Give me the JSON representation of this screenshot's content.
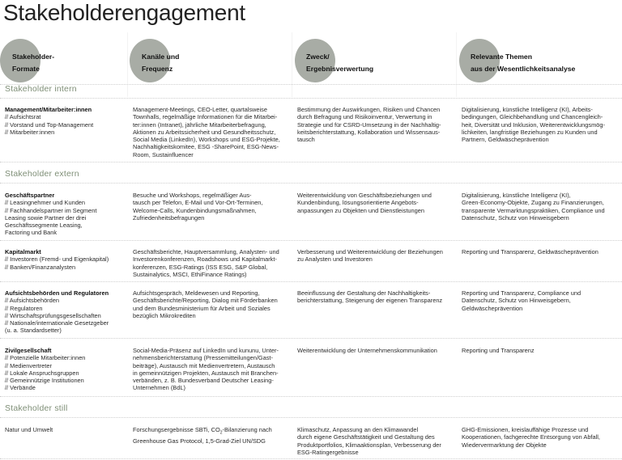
{
  "title": "Stakeholderengagement",
  "colors": {
    "circle": "#a8aca5",
    "section": "#7f8f77"
  },
  "headers": [
    "Stakeholder-\nFormate",
    "Kanäle und\nFrequenz",
    "Zweck/\nErgebnisverwertung",
    "Relevante Themen\naus der Wesentlichkeitsanalyse"
  ],
  "sections": {
    "intern": "Stakeholder intern",
    "extern": "Stakeholder extern",
    "still": "Stakeholder still"
  },
  "rows": [
    {
      "name": "Management/Mitarbeiter:innen",
      "members": "// Aufsichtsrat\n// Vorstand und Top-Management\n// Mitarbeiter:innen",
      "channels": "Management-Meetings, CEO-Letter, quartalsweise\nTownhalls, regelmäßige Informationen für die Mitarbei-\nter:innen (Intranet), jährliche Mitarbeiterbefragung,\nAktionen zu Arbeitssicherheit und Gesundheitsschutz,\nSocial Media (LinkedIn), Workshops und ESG-Projekte,\nNachhaltigkeitskomitee, ESG -SharePoint, ESG-News-\nRoom, Sustainfluencer",
      "purpose": "Bestimmung der Auswirkungen, Risiken und Chancen\ndurch Befragung und Risikoinventur, Verwertung in\nStrategie und für CSRD-Umsetzung in der Nachhaltig-\nkeitsberichterstattung, Kollaboration und Wissensaus-\ntausch",
      "topics": "Digitalisierung, künstliche Intelligenz (KI), Arbeits-\nbedingungen, Gleichbehandlung und Chancengleich-\nheit, Diversität und Inklusion, Weiterentwicklungsmög-\nlichkeiten, langfristige Beziehungen zu Kunden und\nPartnern, Geldwäscheprävention"
    },
    {
      "name": "Geschäftspartner",
      "members": "// Leasingnehmer und Kunden\n// Fachhandelspartner im Segment\n    Leasing sowie Partner der drei\n    Geschäftssegmente Leasing,\n    Factoring und Bank",
      "channels": "Besuche und Workshops, regelmäßiger Aus-\ntausch per Telefon, E-Mail und Vor-Ort-Terminen,\nWelcome-Calls, Kundenbindungsmaßnahmen,\nZufriedenheitsbefragungen",
      "purpose": "Weiterentwicklung von Geschäftsbeziehungen und\nKundenbindung, lösungsorientierte Angebots-\nanpassungen zu Objekten und Dienstleistungen",
      "topics": "Digitalisierung, künstliche Intelligenz (KI),\nGreen-Economy-Objekte, Zugang zu Finanzierungen,\ntransparente Vermarktungspraktiken, Compliance und\nDatenschutz, Schutz von Hinweisgebern"
    },
    {
      "name": "Kapitalmarkt",
      "members": "// Investoren (Fremd- und Eigenkapital)\n// Banken/Finanzanalysten",
      "channels": "Geschäftsberichte, Hauptversammlung, Analysten- und\nInvestorenkonferenzen, Roadshows und Kapitalmarkt-\nkonferenzen, ESG-Ratings (ISS ESG, S&P Global,\nSustainalytics, MSCI, EthiFinance Ratings)",
      "purpose": "Verbesserung und Weiterentwicklung der Beziehungen\nzu Analysten und Investoren",
      "topics": "Reporting und Transparenz, Geldwäscheprävention"
    },
    {
      "name": "Aufsichtsbehörden und Regulatoren",
      "members": "// Aufsichtsbehörden\n// Regulatoren\n// Wirtschaftsprüfungsgesellschaften\n// Nationale/internationale Gesetzgeber\n    (u. a. Standardsetter)",
      "channels": "Aufsichtsgespräch, Meldewesen und Reporting,\nGeschäftsberichte/Reporting, Dialog mit Förderbanken\nund dem Bundesministerium für Arbeit und Soziales\nbezüglich Mikrokrediten",
      "purpose": "Beeinflussung der Gestaltung der Nachhaltigkeits-\nberichterstattung, Steigerung der eigenen Transparenz",
      "topics": "Reporting und Transparenz, Compliance und\nDatenschutz, Schutz von Hinweisgebern,\nGeldwäscheprävention"
    },
    {
      "name": "Zivilgesellschaft",
      "members": "// Potenzielle Mitarbeiter:innen\n// Medienvertreter\n// Lokale Anspruchsgruppen\n// Gemeinnützige Institutionen\n// Verbände",
      "channels": "Social-Media-Präsenz auf LinkedIn und kununu, Unter-\nnehmensberichterstattung (Pressemitteilungen/Gast-\nbeiträge), Austausch mit Medienvertretern, Austausch\nin gemeinnützigen Projekten, Austausch mit Branchen-\nverbänden, z. B. Bundesverband Deutscher Leasing-\nUnternehmen (BdL)",
      "purpose": "Weiterentwicklung der Unternehmenskommunikation",
      "topics": "Reporting und Transparenz"
    },
    {
      "name": "Natur und Umwelt",
      "members": "",
      "channels_pre": "Forschungsergebnisse SBTi, CO",
      "channels_sub": "2",
      "channels_post": "-Bilanzierung nach\nGreenhouse Gas Protocol, 1,5-Grad-Ziel UN/SDG",
      "purpose": "Klimaschutz, Anpassung an den Klimawandel\ndurch eigene Geschäftstätigkeit und Gestaltung des\nProduktportfolios, Klimaaktionsplan, Verbesserung der\nESG-Ratingergebnisse",
      "topics": "GHG-Emissionen, kreislauffähige Prozesse und\nKooperationen, fachgerechte Entsorgung von Abfall,\nWiedervermarktung der Objekte"
    }
  ]
}
